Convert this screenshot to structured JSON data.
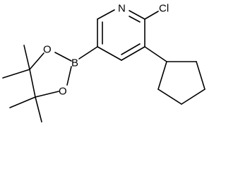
{
  "molecule": {
    "atoms": {
      "nitrogen": "N",
      "chlorine": "Cl",
      "boron": "B",
      "oxygen_top": "O",
      "oxygen_bottom": "O"
    }
  }
}
